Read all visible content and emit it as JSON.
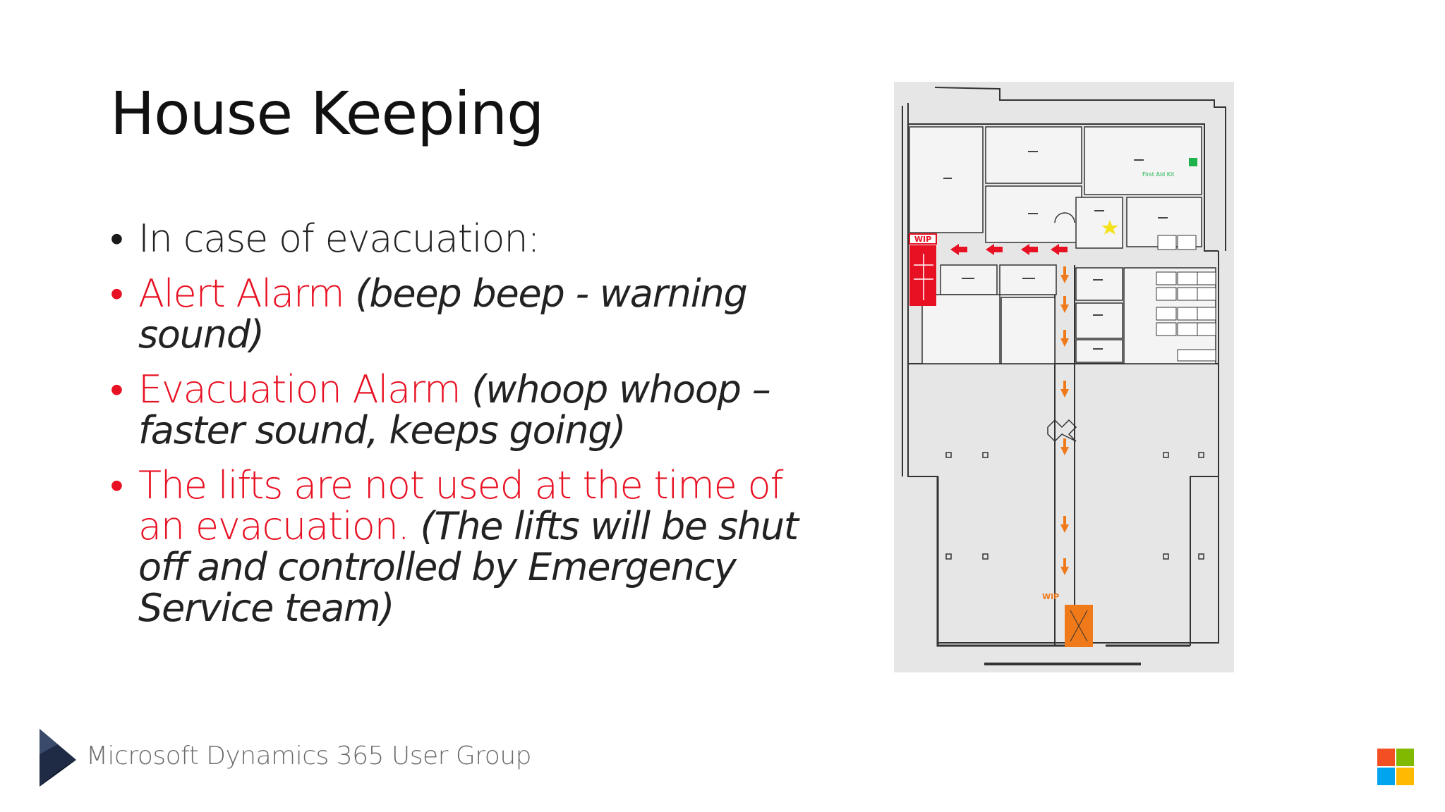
{
  "slide": {
    "title": "House Keeping",
    "bullets": [
      {
        "bullet": "•",
        "plain": "In case of evacuation:"
      },
      {
        "bullet": "•",
        "red": "Alert Alarm",
        "italic": " (beep beep - warning sound)"
      },
      {
        "bullet": "•",
        "red": "Evacuation Alarm",
        "italic": " (whoop whoop – faster sound, keeps going)"
      },
      {
        "bullet": "•",
        "red": "The lifts are not used at the time of an evacuation",
        "plain_tail": ".",
        "italic": " (The lifts will be shut off and controlled by Emergency Service team)"
      }
    ],
    "footer": "Microsoft Dynamics 365 User Group"
  },
  "floorplan": {
    "labels": {
      "wip_top": "WIP",
      "wip_bottom": "WIP",
      "first_aid": "First Aid Kit"
    },
    "colors": {
      "background": "#e6e6e6",
      "wall": "#333333",
      "exit_red": "#e81123",
      "exit_orange": "#f07a1a",
      "first_aid": "#1db34a",
      "assembly_star": "#f3e21a"
    }
  },
  "colors": {
    "accent_red": "#e81123",
    "footer_text": "#6b6b6b",
    "ms_red": "#f25022",
    "ms_green": "#7fba00",
    "ms_blue": "#00a4ef",
    "ms_yellow": "#ffb900"
  },
  "icons": {
    "dynamics_logo": "dynamics-logo-icon",
    "microsoft_logo": "microsoft-logo-icon"
  }
}
